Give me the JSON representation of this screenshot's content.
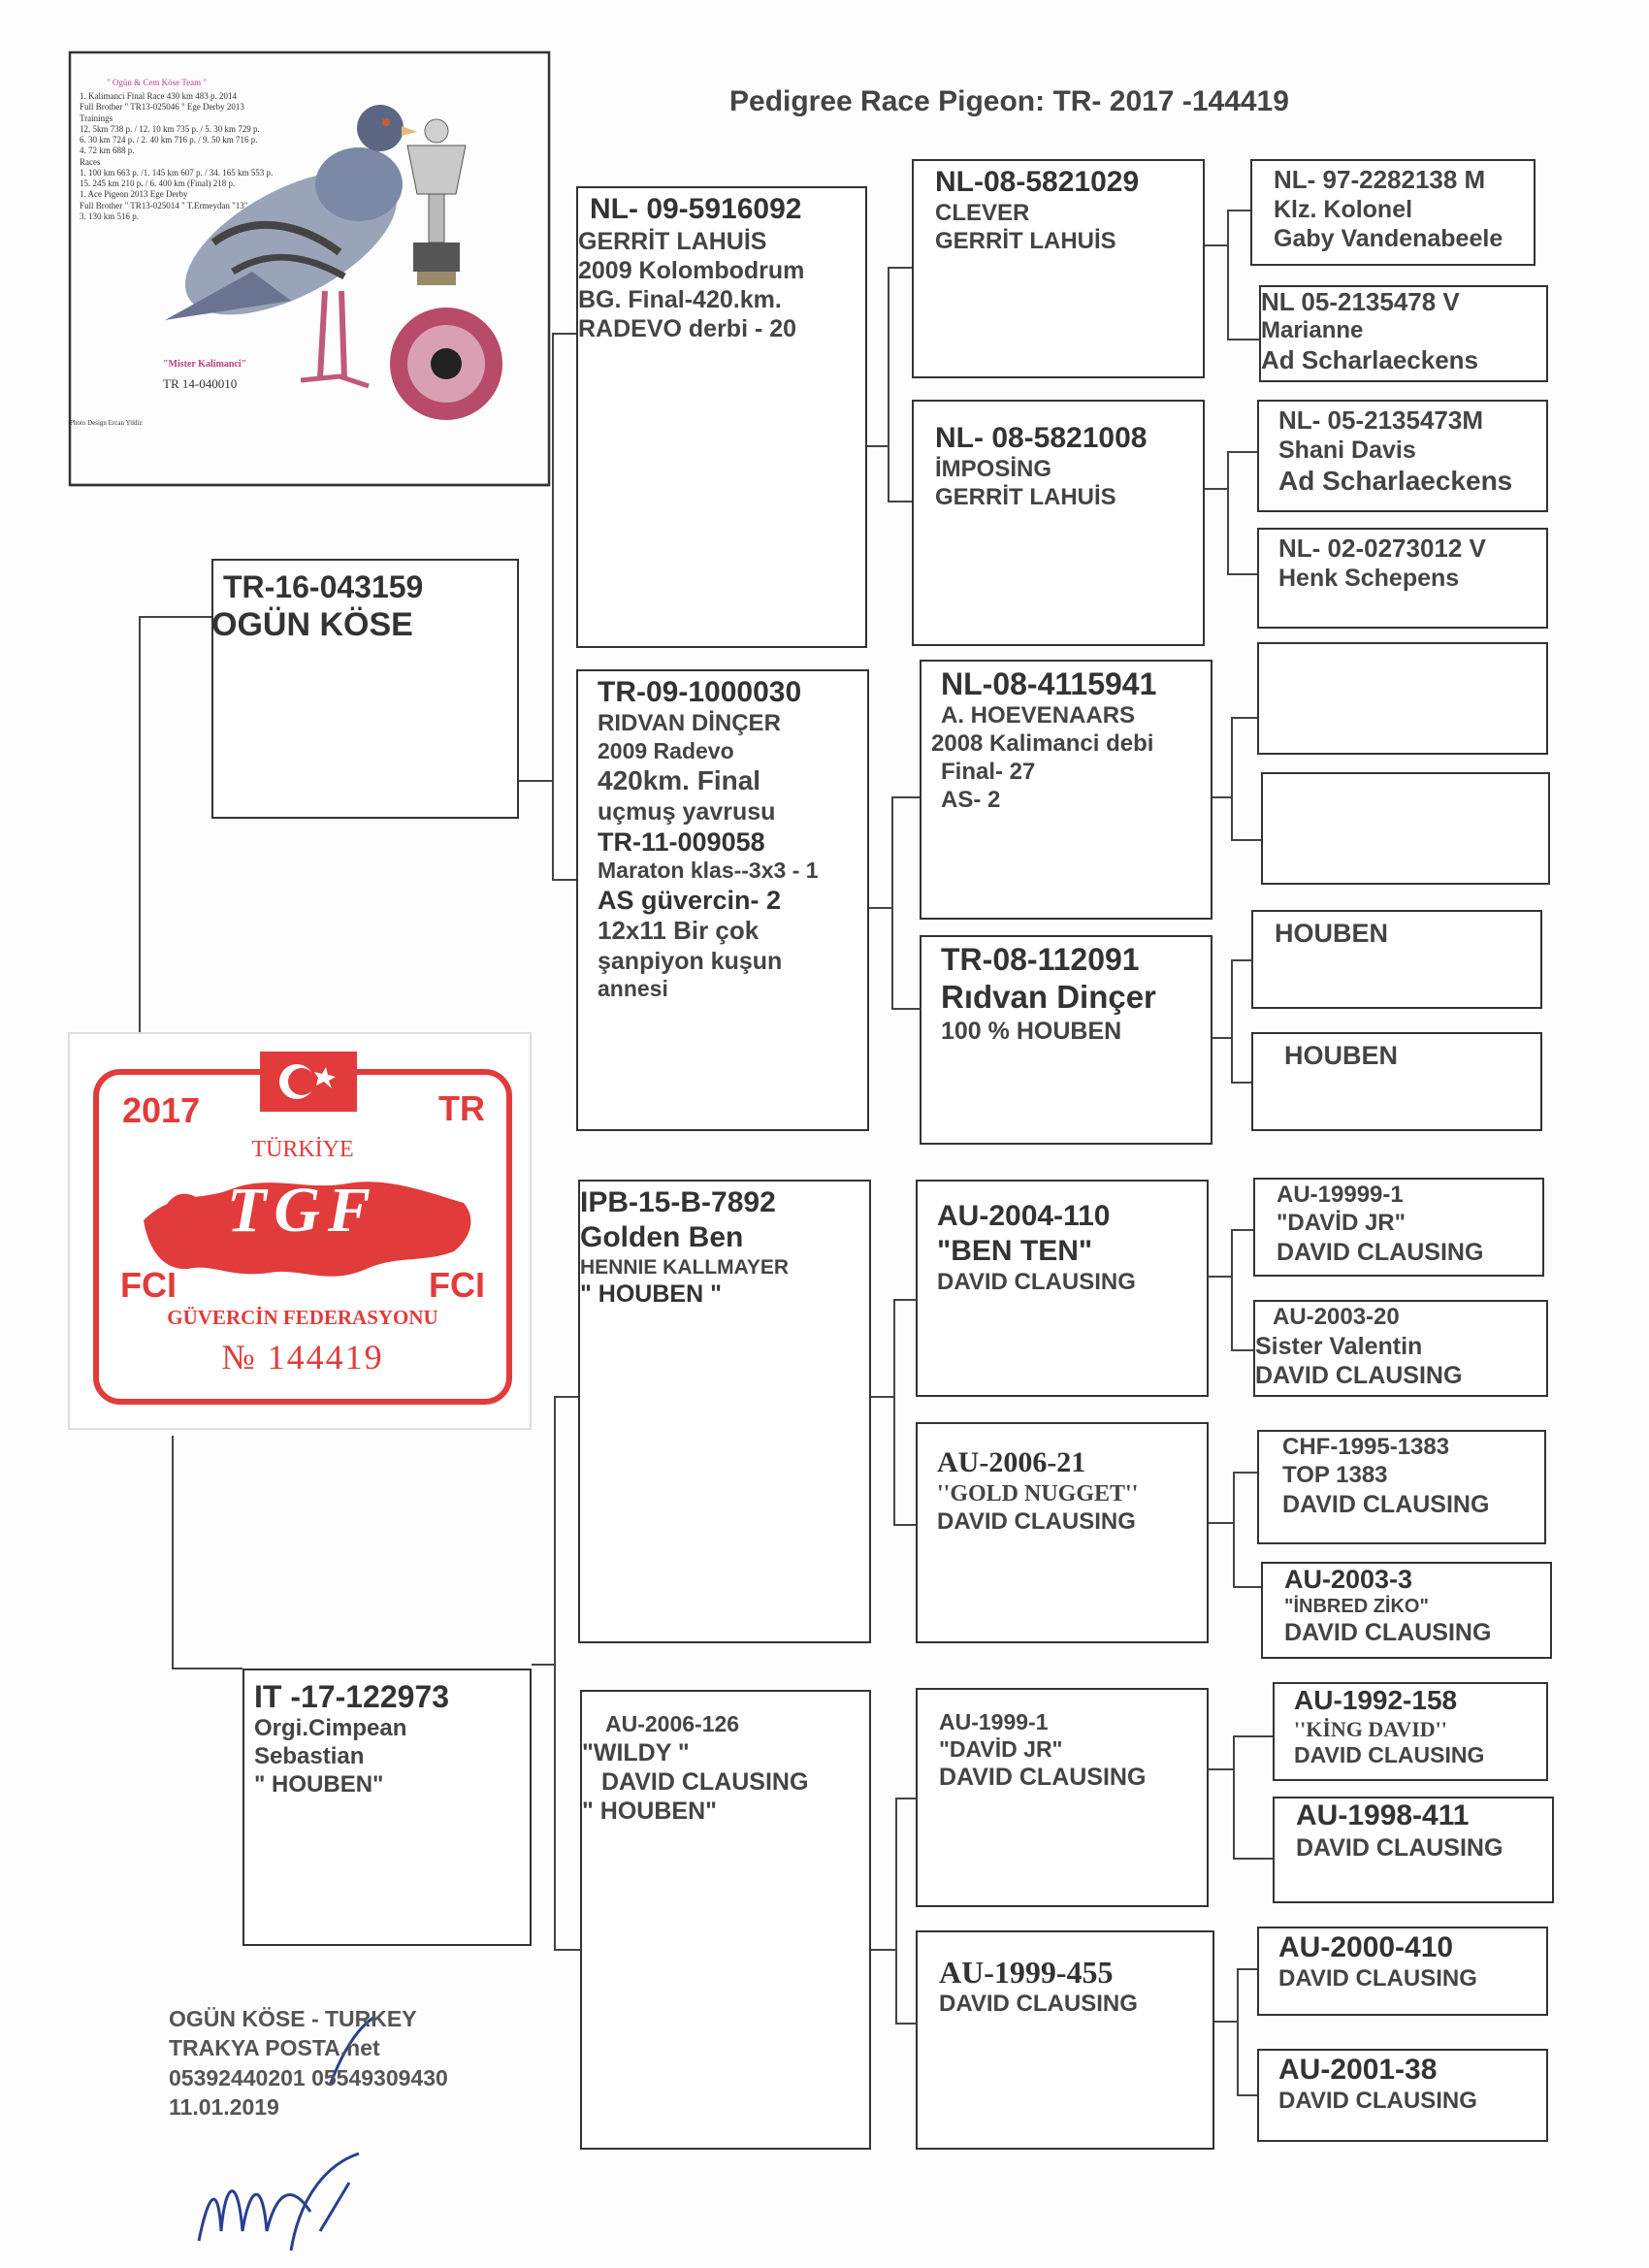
{
  "title": "Pedigree Race Pigeon:  TR- 2017 -144419",
  "photo": {
    "team": "\" Ogün & Cem Köse Team \"",
    "lines": [
      "1. Kalimanci Final Race 430 km 483 p. 2014",
      "Full Brother \" TR13-025046 \" Ege Derby 2013",
      "Trainings",
      "12. 5km 738 p. / 12. 10 km 735 p. / 5. 30 km 729 p.",
      "6. 30 km 724 p. / 2. 40 km 716 p. / 9. 50 km 716 p.",
      "4. 72 km 688 p.",
      "Races",
      "1. 100 km 663 p. /1. 145 km 607 p. / 34. 165 km 553 p.",
      "15. 245 km 210 p. / 6. 400 km (Final) 218 p.",
      "1. Ace Pigeon 2013 Ege Derby",
      "Full Brother \" TR13-025014 \" T.Ermeydan \"13\"",
      "3. 130 km 516 p."
    ],
    "name": "\"Mister Kalimanci\"",
    "ring": "TR 14-040010",
    "credit": "Photo Design Ercan Yildiz"
  },
  "gen1": {
    "sire": {
      "ring": "TR-16-043159",
      "owner": "OGÜN  KÖSE"
    },
    "dam": {
      "ring": "IT -17-122973",
      "owner": "Orgi.Cimpean",
      "owner2": "Sebastian",
      "note": "\" HOUBEN\""
    }
  },
  "gen2": [
    {
      "ring": "NL-  09-5916092",
      "l1": "GERRİT  LAHUİS",
      "l2": "2009 Kolombodrum",
      "l3": "BG.  Final-420.km.",
      "l4": "RADEVO  derbi  - 20"
    },
    {
      "ring": "TR-09-1000030",
      "lines": [
        "RIDVAN  DİNÇER",
        "2009 Radevo",
        "420km. Final",
        "uçmuş         yavrusu",
        "TR-11-009058",
        "Maraton klas--3x3 - 1",
        "AS güvercin- 2",
        "12x11 Bir  çok",
        "şanpiyon    kuşun",
        "annesi"
      ]
    },
    {
      "ring": "IPB-15-B-7892",
      "l1": "Golden Ben",
      "l2": "HENNIE KALLMAYER",
      "l3": "\" HOUBEN \""
    },
    {
      "ring": "AU-2006-126",
      "l1": "\"WILDY \"",
      "l2": "DAVID  CLAUSING",
      "l3": "\" HOUBEN\""
    }
  ],
  "gen3": [
    {
      "ring": "NL-08-5821029",
      "l1": "CLEVER",
      "l2": "GERRİT  LAHUİS"
    },
    {
      "ring": "NL- 08-5821008",
      "l1": "İMPOSİNG",
      "l2": "GERRİT  LAHUİS"
    },
    {
      "ring": "NL-08-4115941",
      "l1": "A. HOEVENAARS",
      "l2": "2008 Kalimanci  debi",
      "l3": "Final- 27",
      "l4": "AS- 2"
    },
    {
      "ring": "TR-08-112091",
      "l1": "Rıdvan Dinçer",
      "l2": "100 %  HOUBEN"
    },
    {
      "ring": "AU-2004-110",
      "l1": "\"BEN  TEN\"",
      "l2": "DAVID  CLAUSING"
    },
    {
      "ring": "AU-2006-21",
      "l1": "''GOLD NUGGET''",
      "l2": "DAVID  CLAUSING"
    },
    {
      "ring": "AU-1999-1",
      "l1": "\"DAVİD JR\"",
      "l2": "DAVID  CLAUSING"
    },
    {
      "ring": "AU-1999-455",
      "l1": "DAVID  CLAUSING"
    }
  ],
  "gen4": [
    {
      "ring": "NL-  97-2282138 M",
      "l1": "Klz. Kolonel",
      "l2": "Gaby Vandenabeele"
    },
    {
      "ring": "NL  05-2135478  V",
      "l1": "Marianne",
      "l2": "Ad Scharlaeckens"
    },
    {
      "ring": "NL- 05-2135473M",
      "l1": "Shani  Davis",
      "l2": "Ad Scharlaeckens"
    },
    {
      "ring": "NL- 02-0273012 V",
      "l1": "Henk  Schepens"
    },
    {
      "ring": "",
      "l1": ""
    },
    {
      "ring": "",
      "l1": ""
    },
    {
      "ring": "HOUBEN",
      "l1": ""
    },
    {
      "ring": "HOUBEN",
      "l1": ""
    },
    {
      "ring": "AU-19999-1",
      "l1": "\"DAVİD JR\"",
      "l2": "DAVID  CLAUSING"
    },
    {
      "ring": "AU-2003-20",
      "l1": "Sister Valentin",
      "l2": "DAVID  CLAUSING"
    },
    {
      "ring": "CHF-1995-1383",
      "l1": "TOP 1383",
      "l2": "DAVID  CLAUSING"
    },
    {
      "ring": "AU-2003-3",
      "l1": "\"İNBRED ZİKO\"",
      "l2": "DAVID  CLAUSING"
    },
    {
      "ring": "AU-1992-158",
      "l1": "''KİNG DAVID''",
      "l2": "DAVID  CLAUSING"
    },
    {
      "ring": "AU-1998-411",
      "l1": "DAVID  CLAUSING"
    },
    {
      "ring": "AU-2000-410",
      "l1": "DAVID  CLAUSING"
    },
    {
      "ring": "AU-2001-38",
      "l1": "DAVID  CLAUSING"
    }
  ],
  "stamp": {
    "year": "2017",
    "country_code": "TR",
    "country": "TÜRKİYE",
    "org": "TGF",
    "fci_left": "FCI",
    "fci_right": "FCI",
    "federation": "GÜVERCİN FEDERASYONU",
    "number_prefix": "№",
    "number": "144419"
  },
  "footer": {
    "line1": "OGÜN  KÖSE   -   TURKEY",
    "line2": "TRAKYA  POSTA.net",
    "line3": "05392440201   05549309430",
    "line4": "11.01.2019"
  },
  "colors": {
    "stamp_red": "#e23b3b",
    "box_border": "#333333"
  }
}
